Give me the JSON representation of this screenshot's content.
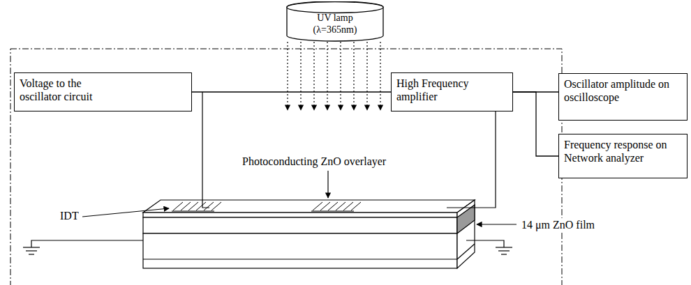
{
  "diagram": {
    "nodes": [
      {
        "text": [
          "UV lamp (λ=365nm)"
        ]
      },
      {
        "text": [
          "Voltage to the oscillator circuit"
        ]
      },
      {
        "text": [
          "High Frequency amplifier"
        ]
      },
      {
        "text": [
          "Oscillator amplitude on oscilloscope"
        ]
      },
      {
        "text": [
          "Frequency response on Network analyzer"
        ]
      }
    ],
    "edges": [
      {
        "from": 1,
        "to": 2,
        "arrow": "none"
      },
      {
        "from": 2,
        "to": 3,
        "arrow": "none"
      },
      {
        "from": 2,
        "to": 4,
        "arrow": "none"
      }
    ],
    "labels": [
      "Photoconducting ZnO overlayer",
      "IDT",
      "14 μm ZnO film"
    ]
  }
}
